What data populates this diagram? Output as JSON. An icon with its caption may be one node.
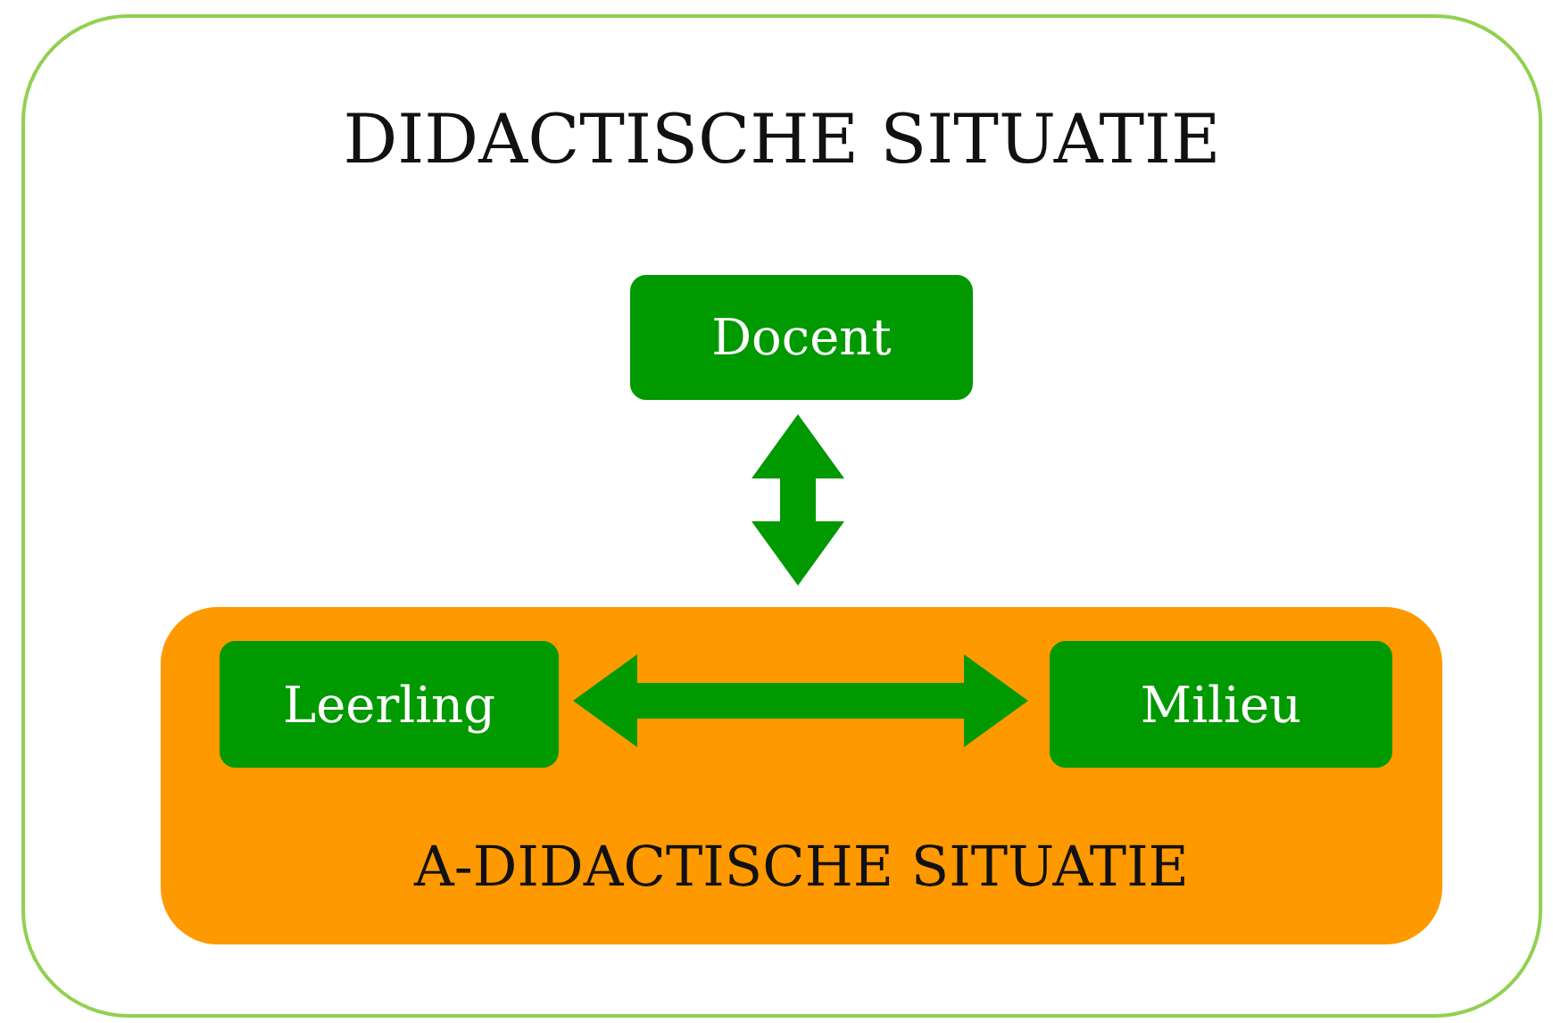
{
  "diagram": {
    "nodes": [
      {
        "text": [
          "DIDACTISCHE SITUATIE"
        ]
      },
      {
        "text": [
          "Docent"
        ],
        "in": 0
      },
      {
        "text": [
          "A-DIDACTISCHE SITUATIE"
        ],
        "in": 0
      },
      {
        "text": [
          "Leerling"
        ],
        "in": 2
      },
      {
        "text": [
          "Milieu"
        ],
        "in": 2
      }
    ],
    "edges": [
      {
        "from": 1,
        "to": 2,
        "arrow": "both"
      },
      {
        "from": 3,
        "to": 4,
        "arrow": "both"
      }
    ]
  }
}
